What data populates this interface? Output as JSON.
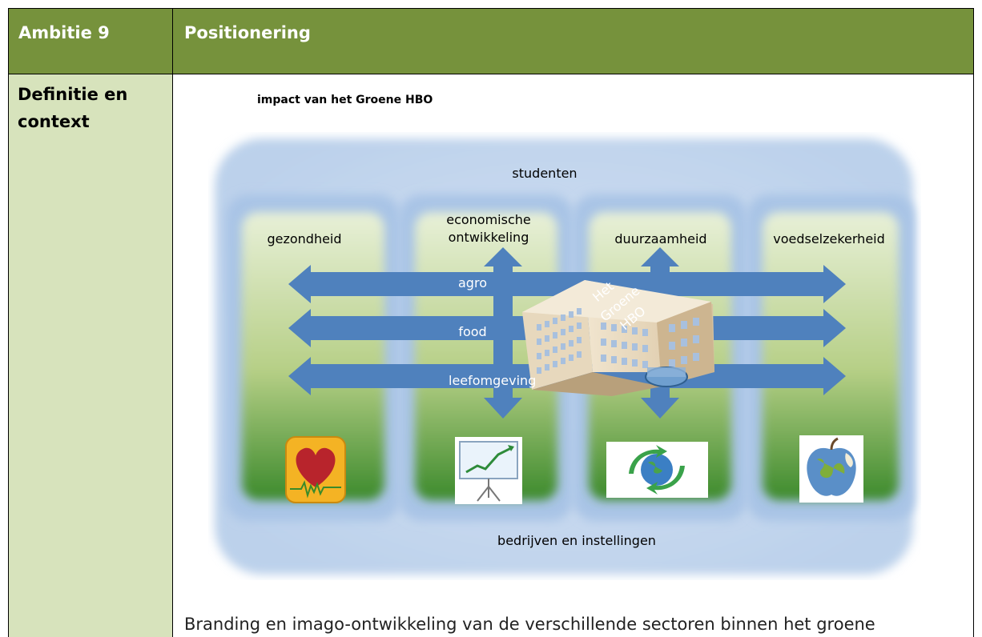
{
  "table": {
    "header_left": "Ambitie 9",
    "header_right": "Positionering",
    "row_label": "Definitie en context"
  },
  "figure": {
    "title": "impact van het Groene HBO",
    "top_label": "studenten",
    "bottom_label": "bedrijven en instellingen",
    "columns": [
      "gezondheid",
      "economische ontwikkeling",
      "duurzaamheid",
      "voedselzekerheid"
    ],
    "arrows": [
      "agro",
      "food",
      "leefomgeving"
    ],
    "building_label": [
      "Het",
      "Groene",
      "HBO"
    ],
    "icons": [
      "heart-monitor-icon",
      "presentation-chart-icon",
      "recycle-globe-icon",
      "apple-globe-icon"
    ],
    "colors": {
      "header_green": "#76923c",
      "side_green": "#d7e3bc",
      "arrow_blue": "#4f81bd"
    }
  },
  "body": {
    "paragraph": "Branding en imago-ontwikkeling van de verschillende sectoren binnen het groene"
  }
}
